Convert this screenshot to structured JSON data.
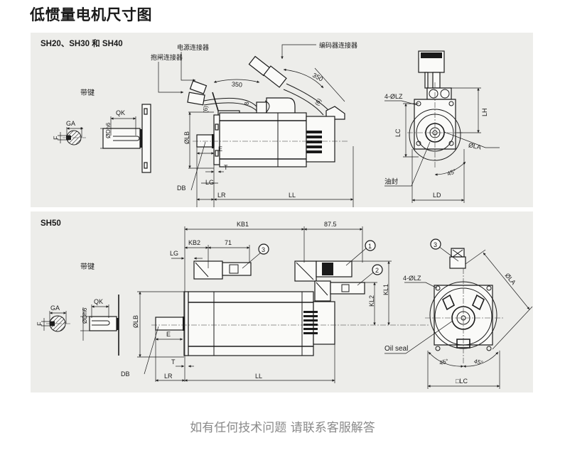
{
  "page_title": "低惯量电机尺寸图",
  "footer_text": "如有任何技术问题 请联系客服解答",
  "colors": {
    "panel_bg": "#ededea",
    "line": "#1a1a1a",
    "footer_text": "#8a8a8a"
  },
  "panel1": {
    "heading": "SH20、SH30 和 SH40",
    "keyed_label": "带键",
    "callouts": {
      "brake_connector": "抱闸连接器",
      "power_connector": "电源连接器",
      "encoder_connector": "编码器连接器",
      "oil_seal": "油封"
    },
    "dims": {
      "GA": "GA",
      "F": "F",
      "QK": "QK",
      "D": "ØDh6",
      "LB": "ØLB",
      "E": "E",
      "T": "T",
      "LG": "LG",
      "DB": "DB",
      "LR": "LR",
      "LL": "LL",
      "cable1": "350",
      "cable2": "350",
      "bend1": "(6)",
      "bend2": "(6)",
      "conn_h": "8",
      "LZ": "4-ØLZ",
      "LC": "LC",
      "LH": "LH",
      "LA": "ØLA",
      "angle": "45°",
      "LD": "LD"
    }
  },
  "panel2": {
    "heading": "SH50",
    "keyed_label": "带键",
    "callouts": {
      "c1": "1",
      "c2": "2",
      "c3": "3",
      "oil_seal": "Oil seal"
    },
    "dims": {
      "GA": "GA",
      "F": "F",
      "QK": "QK",
      "D": "ØDh6",
      "LB": "ØLB",
      "E": "E",
      "T": "T",
      "LG": "LG",
      "DB": "DB",
      "LR": "LR",
      "LL": "LL",
      "KB1": "KB1",
      "KB2": "KB2",
      "d71": "71",
      "d875": "87.5",
      "KL1": "KL1",
      "KL2": "KL2",
      "LZ": "4-ØLZ",
      "LA": "ØLA",
      "angle1": "45°",
      "angle2": "45°",
      "LC": "□LC"
    }
  }
}
